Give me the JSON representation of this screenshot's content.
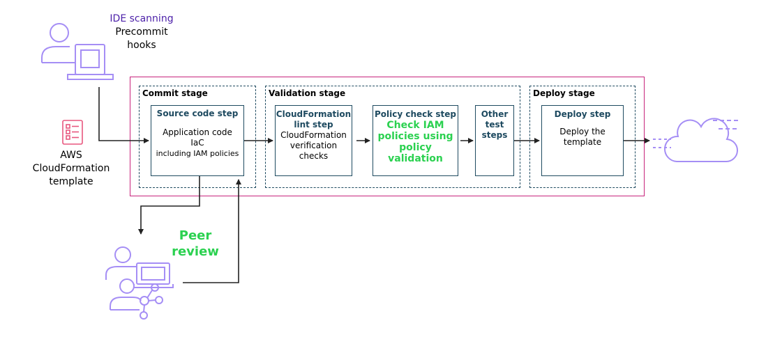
{
  "ide": {
    "title": "IDE scanning",
    "line2": "Precommit",
    "line3": "hooks"
  },
  "template_label": {
    "line1": "AWS",
    "line2": "CloudFormation",
    "line3": "template"
  },
  "peer_review": {
    "line1": "Peer",
    "line2": "review"
  },
  "stages": {
    "commit": "Commit stage",
    "validation": "Validation stage",
    "deploy": "Deploy stage"
  },
  "steps": {
    "source": {
      "title": "Source code step",
      "line1": "Application code",
      "line2": "IaC",
      "line3": "including IAM policies"
    },
    "lint": {
      "title1": "CloudFormation",
      "title2": "lint step",
      "line1": "CloudFormation",
      "line2": "verification",
      "line3": "checks"
    },
    "policy": {
      "title": "Policy check step",
      "line1": "Check IAM",
      "line2": "policies using",
      "line3": "policy",
      "line4": "validation"
    },
    "other": {
      "line1": "Other",
      "line2": "test",
      "line3": "steps"
    },
    "deploy": {
      "title": "Deploy step",
      "line1": "Deploy the",
      "line2": "template"
    }
  },
  "colors": {
    "pipeline_border": "#c7227b",
    "stage_border": "#1e4a60",
    "box_title": "#1e4a60",
    "purple_text": "#4b1fa8",
    "green_text": "#2bd150",
    "icon_purple": "#a58ef5",
    "icon_pink": "#e8567e"
  },
  "icons": {
    "developer": "user-laptop-icon",
    "template": "document-checklist-icon",
    "reviewers": "users-network-icon",
    "cloud": "cloud-icon"
  }
}
